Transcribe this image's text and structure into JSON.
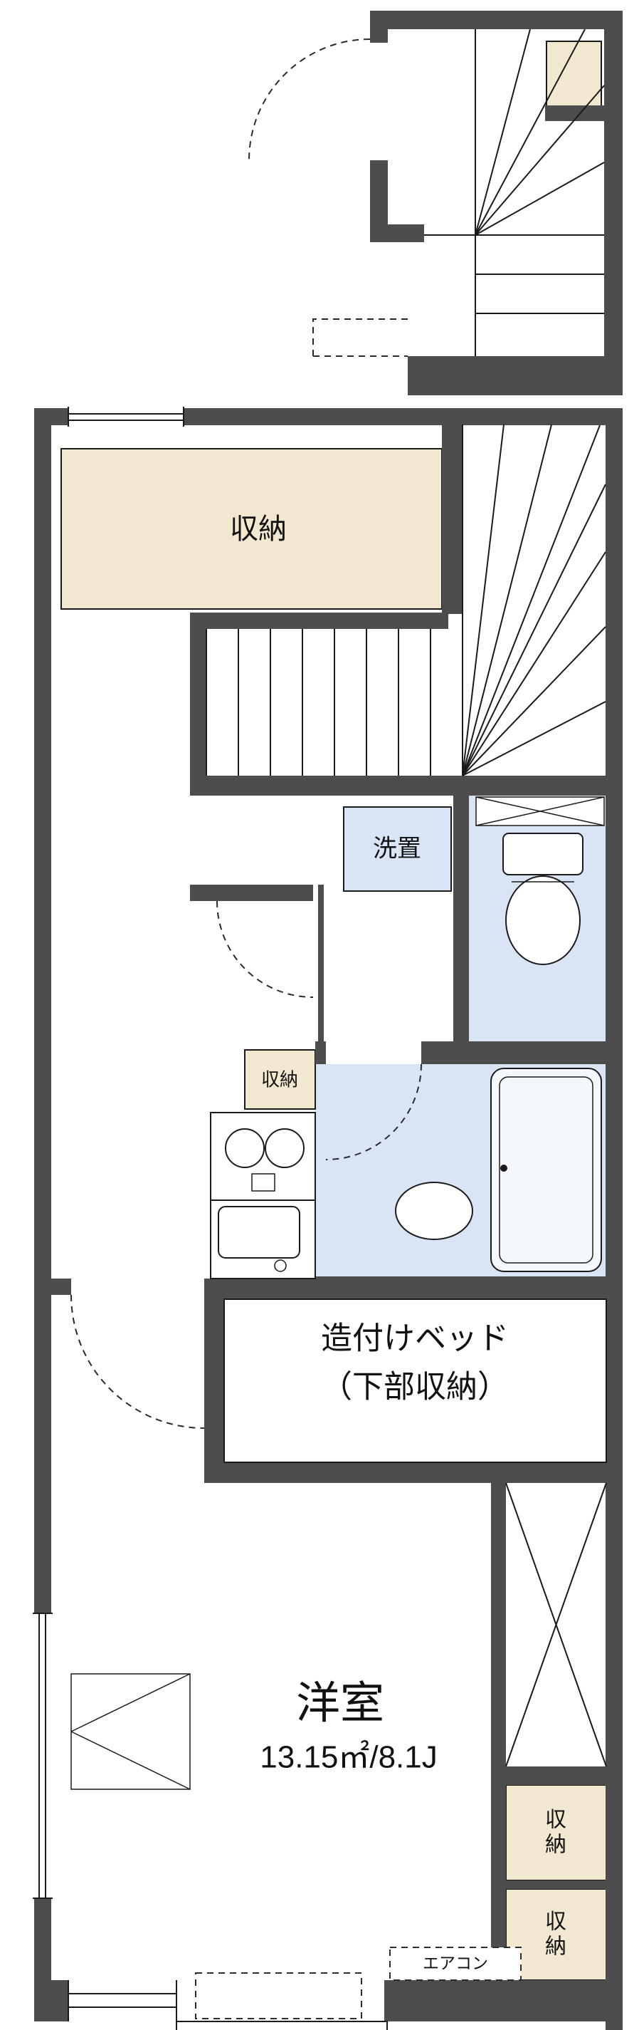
{
  "colors": {
    "wall": "#4d4d4d",
    "storage_fill": "#f2e8d0",
    "wet_area_fill": "#d9e5f4",
    "line": "#1a1a1a",
    "background": "#ffffff"
  },
  "plan": {
    "closet_top_label": "収納",
    "laundry_label": "洗置",
    "kitchen_closet_label": "収納",
    "bed_label_line1": "造付けベッド",
    "bed_label_line2": "（下部収納）",
    "room_label": "洋室",
    "room_area_label": "13.15㎡/8.1J",
    "closet_right_upper_label": "収納",
    "closet_right_lower_label": "収納",
    "aircon_label": "エアコン"
  }
}
